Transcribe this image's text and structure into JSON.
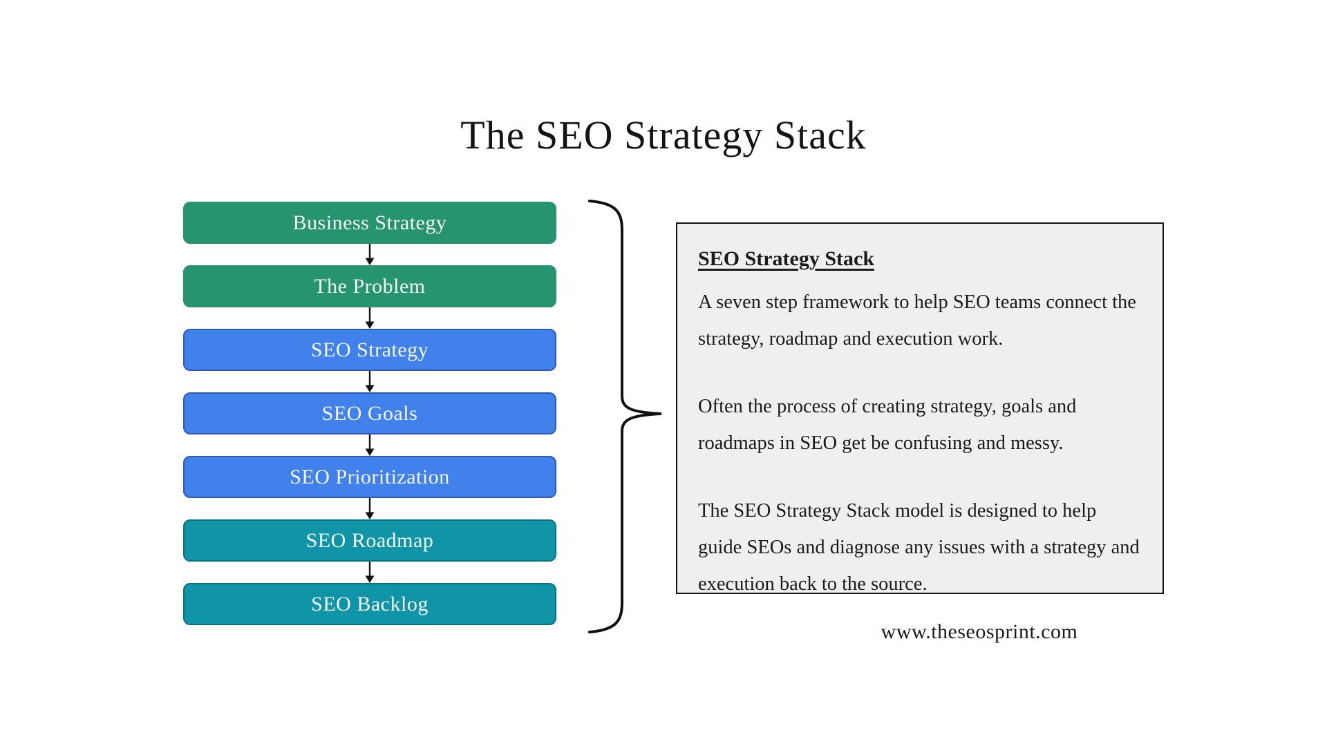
{
  "title": "The SEO Strategy Stack",
  "stack": {
    "boxes": [
      {
        "label": "Business Strategy",
        "fill": "#26946E",
        "border": "#26946E"
      },
      {
        "label": "The Problem",
        "fill": "#26946E",
        "border": "#26946E"
      },
      {
        "label": "SEO Strategy",
        "fill": "#4181EC",
        "border": "#2B5BB7"
      },
      {
        "label": "SEO Goals",
        "fill": "#4181EC",
        "border": "#2B5BB7"
      },
      {
        "label": "SEO Prioritization",
        "fill": "#4181EC",
        "border": "#2B5BB7"
      },
      {
        "label": "SEO Roadmap",
        "fill": "#0F95A7",
        "border": "#0B7280"
      },
      {
        "label": "SEO Backlog",
        "fill": "#0F95A7",
        "border": "#0B7280"
      }
    ],
    "arrow_color": "#111111",
    "brace_color": "#111111",
    "label_text_color": "#F4F7F6"
  },
  "info_panel": {
    "heading": "SEO Strategy Stack",
    "paragraphs": [
      "A seven step framework to help SEO teams connect the strategy, roadmap and execution work.",
      "Often the process of creating strategy, goals and roadmaps in SEO get be confusing and messy.",
      "The SEO Strategy Stack model is designed to help guide SEOs and diagnose any issues with a strategy and execution back to the source."
    ],
    "background": "#EFEFEF",
    "border_color": "#161616"
  },
  "footer": {
    "website": "www.theseosprint.com"
  }
}
